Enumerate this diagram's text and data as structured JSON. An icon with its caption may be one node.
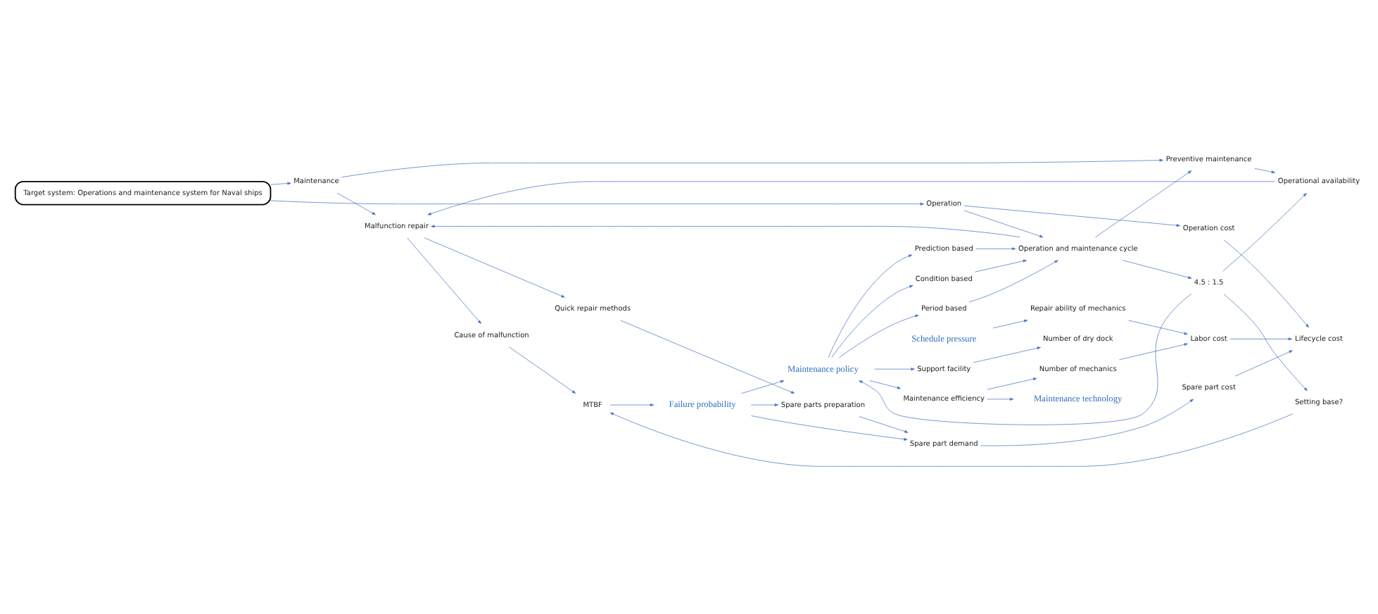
{
  "diagram": {
    "nodes": [
      {
        "text": [
          "Maintenance"
        ]
      },
      {
        "text": [
          "Malfunction repair"
        ]
      },
      {
        "text": [
          "Quick repair methods"
        ]
      },
      {
        "text": [
          "Spare parts preparation"
        ]
      },
      {
        "text": [
          "Spare part demand"
        ]
      },
      {
        "text": [
          "Spare part cost"
        ]
      },
      {
        "text": [
          "Cause of malfunction"
        ]
      },
      {
        "text": [
          "MTBF"
        ]
      },
      {
        "text": [
          "Failure probability"
        ]
      },
      {
        "text": [
          "Preventive maintenance"
        ]
      },
      {
        "text": [
          "Operational availability"
        ]
      },
      {
        "text": [
          "Setting base?"
        ]
      },
      {
        "text": [
          "Support facility"
        ]
      },
      {
        "text": [
          "Number of dry dock"
        ]
      },
      {
        "text": [
          "Lifecycle cost"
        ]
      },
      {
        "text": [
          "Target system: Operations and maintenance system for Naval ships"
        ]
      },
      {
        "text": [
          "4.5 : 1.5"
        ]
      },
      {
        "text": [
          "Maintenance policy"
        ]
      },
      {
        "text": [
          "Number of mechanics"
        ]
      },
      {
        "text": [
          "Operation and maintenance cycle"
        ]
      },
      {
        "text": [
          "Condition based"
        ]
      },
      {
        "text": [
          "Maintenance efficiency"
        ]
      },
      {
        "text": [
          "Labor cost"
        ]
      },
      {
        "text": [
          "Period based"
        ]
      },
      {
        "text": [
          "Repair ability of mechanics"
        ]
      },
      {
        "text": [
          "Prediction based"
        ]
      },
      {
        "text": [
          "Maintenance technology"
        ]
      },
      {
        "text": [
          "Schedule pressure"
        ]
      },
      {
        "text": [
          "Operation"
        ]
      },
      {
        "text": [
          "Operation cost"
        ]
      }
    ],
    "edges": [
      {
        "from": 15,
        "to": 0,
        "arrow": "to"
      },
      {
        "from": 15,
        "to": 28,
        "arrow": "to"
      },
      {
        "from": 0,
        "to": 1,
        "arrow": "to"
      },
      {
        "from": 0,
        "to": 9,
        "arrow": "to"
      },
      {
        "from": 1,
        "to": 2,
        "arrow": "to"
      },
      {
        "from": 1,
        "to": 6,
        "arrow": "to"
      },
      {
        "from": 10,
        "to": 1,
        "arrow": "to"
      },
      {
        "from": 9,
        "to": 10,
        "arrow": "to"
      },
      {
        "from": 2,
        "to": 3,
        "arrow": "to"
      },
      {
        "from": 3,
        "to": 4,
        "arrow": "to"
      },
      {
        "from": 8,
        "to": 3,
        "arrow": "to"
      },
      {
        "from": 8,
        "to": 4,
        "arrow": "to"
      },
      {
        "from": 4,
        "to": 5,
        "arrow": "to"
      },
      {
        "from": 5,
        "to": 14,
        "arrow": "to"
      },
      {
        "from": 6,
        "to": 7,
        "arrow": "to"
      },
      {
        "from": 7,
        "to": 8,
        "arrow": "to"
      },
      {
        "from": 11,
        "to": 7,
        "arrow": "to"
      },
      {
        "from": 8,
        "to": 17,
        "arrow": "to"
      },
      {
        "from": 16,
        "to": 11,
        "arrow": "to"
      },
      {
        "from": 16,
        "to": 17,
        "arrow": "to"
      },
      {
        "from": 16,
        "to": 10,
        "arrow": "to"
      },
      {
        "from": 19,
        "to": 16,
        "arrow": "to"
      },
      {
        "from": 19,
        "to": 9,
        "arrow": "to"
      },
      {
        "from": 19,
        "to": 1,
        "arrow": "to"
      },
      {
        "from": 28,
        "to": 19,
        "arrow": "to"
      },
      {
        "from": 28,
        "to": 29,
        "arrow": "to"
      },
      {
        "from": 29,
        "to": 14,
        "arrow": "to"
      },
      {
        "from": 20,
        "to": 19,
        "arrow": "to"
      },
      {
        "from": 23,
        "to": 19,
        "arrow": "to"
      },
      {
        "from": 25,
        "to": 19,
        "arrow": "to"
      },
      {
        "from": 17,
        "to": 20,
        "arrow": "to"
      },
      {
        "from": 17,
        "to": 23,
        "arrow": "to"
      },
      {
        "from": 17,
        "to": 25,
        "arrow": "to"
      },
      {
        "from": 17,
        "to": 12,
        "arrow": "to"
      },
      {
        "from": 17,
        "to": 21,
        "arrow": "to"
      },
      {
        "from": 12,
        "to": 13,
        "arrow": "to"
      },
      {
        "from": 21,
        "to": 18,
        "arrow": "to"
      },
      {
        "from": 18,
        "to": 22,
        "arrow": "to"
      },
      {
        "from": 21,
        "to": 26,
        "arrow": "to"
      },
      {
        "from": 24,
        "to": 22,
        "arrow": "to"
      },
      {
        "from": 27,
        "to": 24,
        "arrow": "to"
      },
      {
        "from": 22,
        "to": 14,
        "arrow": "to"
      }
    ]
  }
}
